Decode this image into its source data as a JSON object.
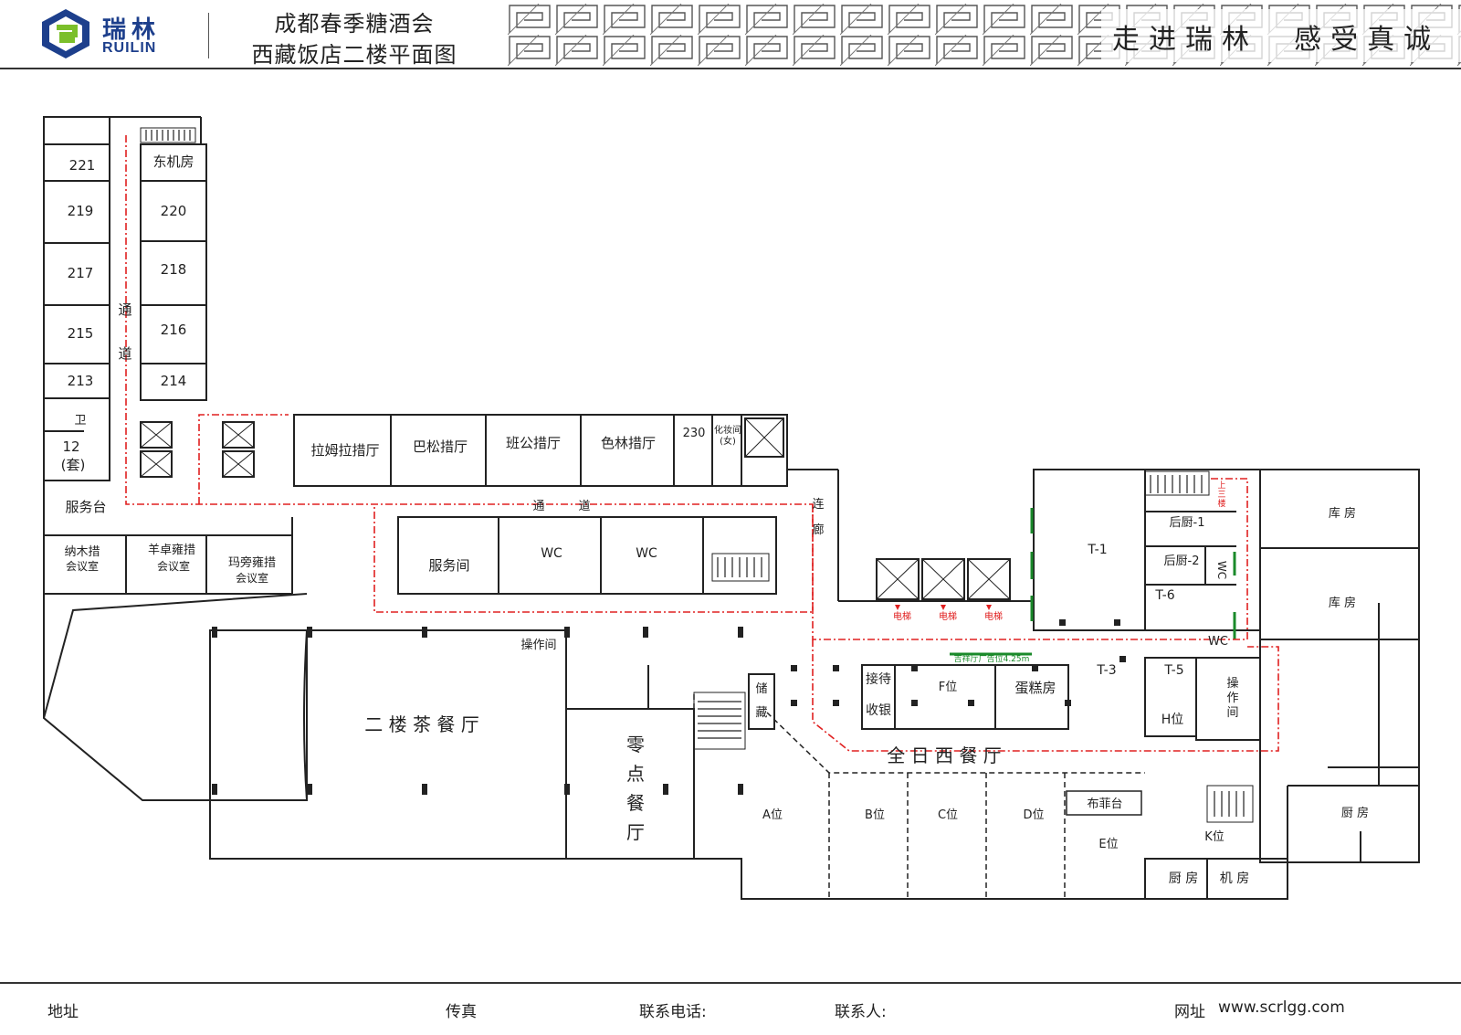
{
  "header": {
    "brand_cn": "瑞林",
    "brand_en": "RUILIN",
    "title_line1": "成都春季糖酒会",
    "title_line2": "西藏饭店二楼平面图",
    "slogan": "走进瑞林  感受真诚"
  },
  "rooms": {
    "r221": "221",
    "r219": "219",
    "r217": "217",
    "r215": "215",
    "r213": "213",
    "east_machine": "东机房",
    "r220": "220",
    "r218": "218",
    "r216": "216",
    "r214": "214",
    "wei": "卫",
    "r12": "12",
    "tao": "(套)",
    "corridor_1": "通",
    "corridor_2": "道",
    "service_desk": "服务台",
    "namucuo_1": "纳木措",
    "namucuo_2": "会议室",
    "yangzhuo_1": "羊卓雍措",
    "yangzhuo_2": "会议室",
    "mapang_1": "玛旁雍措",
    "mapang_2": "会议室",
    "lamulacuo": "拉姆拉措厅",
    "basongcuo": "巴松措厅",
    "bangongcuo": "班公措厅",
    "selincuo": "色林措厅",
    "r230": "230",
    "makeup_1": "化妆间",
    "makeup_2": "(女)",
    "tongdao_h1": "通",
    "tongdao_h2": "道",
    "lianlang_1": "连",
    "lianlang_2": "廊",
    "service_room": "服务间",
    "wc1": "WC",
    "wc2": "WC",
    "elevator": "电梯",
    "caozuo": "操作间",
    "tea_restaurant": "二 楼 茶 餐 厅",
    "lingdian_1": "零",
    "lingdian_2": "点",
    "lingdian_3": "餐",
    "lingdian_4": "厅",
    "chu": "储",
    "cang": "藏",
    "jiedai": "接待",
    "shouyin": "收银",
    "ad_spot": "吉祥厅广告位4.25m",
    "f_pos": "F位",
    "cake_room": "蛋糕房",
    "t1": "T-1",
    "t3": "T-3",
    "t5": "T-5",
    "t6": "T-6",
    "back_kitchen1": "后厨-1",
    "back_kitchen2": "后厨-2",
    "wc_v": "WC",
    "wc3": "WC",
    "upstairs_1": "上",
    "upstairs_2": "三",
    "upstairs_3": "楼",
    "h_pos": "H位",
    "caozuo_v1": "操",
    "caozuo_v2": "作",
    "caozuo_v3": "间",
    "western_restaurant": "全 日 西 餐 厅",
    "a_pos": "A位",
    "b_pos": "B位",
    "c_pos": "C位",
    "d_pos": "D位",
    "buffet": "布菲台",
    "e_pos": "E位",
    "k_pos": "K位",
    "kitchen_small": "厨 房",
    "machine_room": "机 房",
    "storage1": "库    房",
    "storage2": "库    房",
    "kitchen_big": "厨    房"
  },
  "footer": {
    "address": "地址",
    "fax": "传真",
    "phone": "联系电话:",
    "contact": "联系人:",
    "website_label": "网址",
    "website": "www.scrlgg.com"
  },
  "colors": {
    "brand_blue": "#1d3f8c",
    "brand_green": "#7bbf2a",
    "route_red": "#e02020",
    "ad_green": "#1a8a2a"
  }
}
